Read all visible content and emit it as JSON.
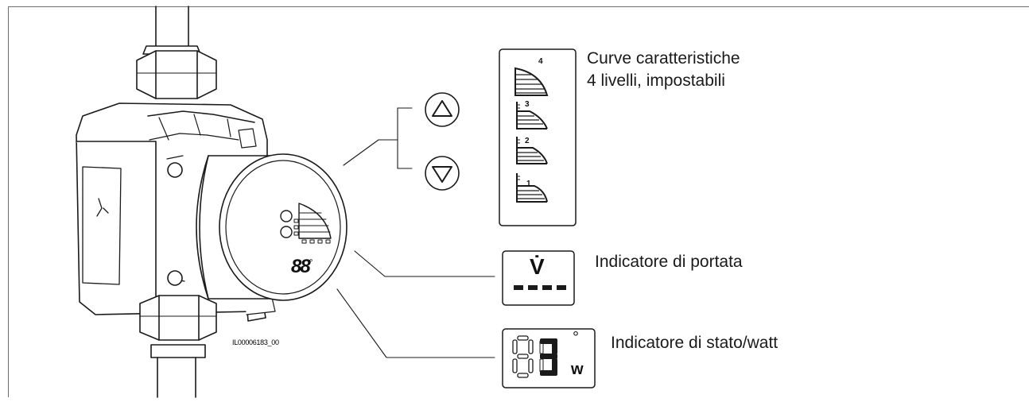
{
  "drawing_ref": "IL00006183_00",
  "pump_display": {
    "digits": "88",
    "degree": "°"
  },
  "callouts": {
    "curves": {
      "line1": "Curve caratteristiche",
      "line2": "4 livelli, impostabili"
    },
    "flow": {
      "label": "Indicatore di portata"
    },
    "status": {
      "label": "Indicatore di stato/watt"
    }
  },
  "curve_levels": [
    "4",
    "3",
    "2",
    "1"
  ],
  "flow_icon": {
    "symbol": "V̇"
  },
  "status_icon": {
    "degree": "°",
    "unit": "w"
  },
  "buttons": [
    {
      "name": "up-button",
      "icon": "triangle-up-icon"
    },
    {
      "name": "down-button",
      "icon": "triangle-down-icon"
    }
  ]
}
